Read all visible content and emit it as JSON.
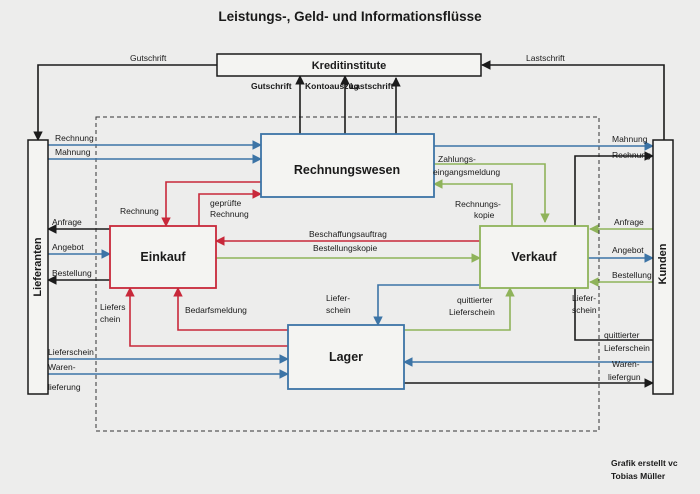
{
  "title": "Leistungs-, Geld- und Informationsflüsse",
  "nodes": {
    "kreditinstitute": "Kreditinstitute",
    "rechnungswesen": "Rechnungswesen",
    "einkauf": "Einkauf",
    "verkauf": "Verkauf",
    "lager": "Lager",
    "lieferanten": "Lieferanten",
    "kunden": "Kunden"
  },
  "labels": {
    "gutschrift_top": "Gutschrift",
    "lastschrift_top": "Lastschrift",
    "gutschrift_bank": "Gutschrift",
    "kontoauszug": "Kontoauszug",
    "lastschrift_bank": "Lastschrift",
    "rechnung_left": "Rechnung",
    "mahnung_left": "Mahnung",
    "anfrage_left": "Anfrage",
    "angebot_left": "Angebot",
    "bestellung_left": "Bestellung",
    "rechnung_einkauf": "Rechnung",
    "gepruefte_1": "geprüfte",
    "gepruefte_2": "Rechnung",
    "zahlungs_1": "Zahlungs-",
    "zahlungs_2": "eingangsmeldung",
    "rechnungskopie_1": "Rechnungs-",
    "rechnungskopie_2": "kopie",
    "beschaffungsauftrag": "Beschaffungsauftrag",
    "bestellungskopie": "Bestellungskopie",
    "mahnung_right": "Mahnung",
    "rechnung_right": "Rechnung",
    "anfrage_right": "Anfrage",
    "angebot_right": "Angebot",
    "bestellung_right": "Bestellung",
    "bedarfsmeldung": "Bedarfsmeldung",
    "lieferschein_ek_1": "Liefers",
    "lieferschein_ek_2": "chein",
    "lieferschein_vk_1": "Liefer-",
    "lieferschein_vk_2": "schein",
    "quittierter_1": "quittierter",
    "quittierter_2": "Lieferschein",
    "lieferschein_right_1": "Liefer-",
    "lieferschein_right_2": "schein",
    "lieferschein_left": "Lieferschein",
    "warenlieferung_left_1": "Waren-",
    "warenlieferung_left_2": "lieferung",
    "quittierter_right_1": "quittierter",
    "quittierter_right_2": "Lieferschein",
    "warenlieferung_right_1": "Waren-",
    "warenlieferung_right_2": "liefergun"
  },
  "credit": {
    "line1": "Grafik erstellt vc",
    "line2": "Tobias Müller"
  },
  "colors": {
    "black": "#1b1b1b",
    "red": "#c8283a",
    "blue": "#3c74a6",
    "green": "#8fb35a"
  }
}
